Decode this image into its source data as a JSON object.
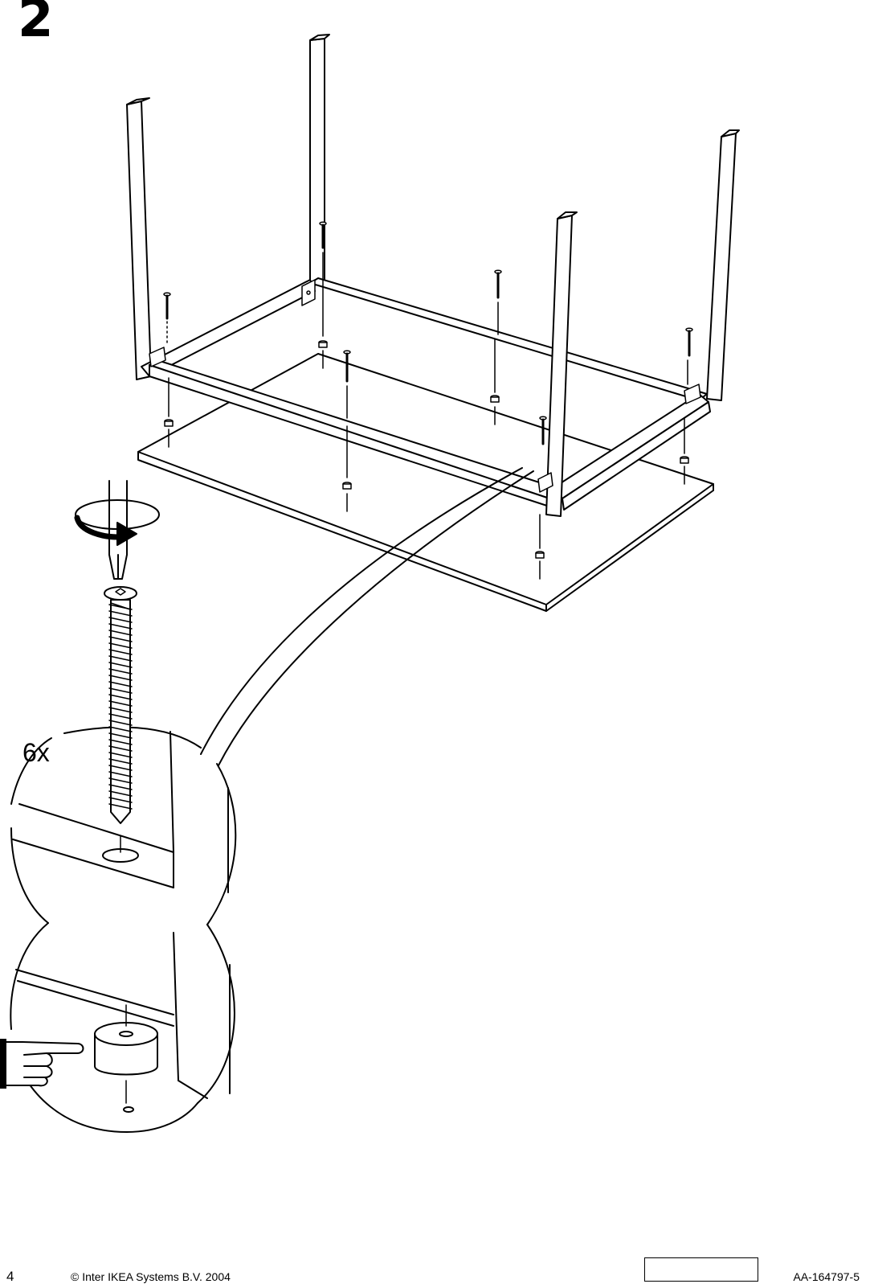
{
  "step": {
    "number": "2"
  },
  "callout": {
    "quantity": "6x"
  },
  "footer": {
    "page_number": "4",
    "copyright": "© Inter IKEA Systems B.V. 2004",
    "article_code": "AA-164797-5"
  },
  "colors": {
    "ink": "#000000",
    "paper": "#ffffff"
  },
  "icons": [
    "rotate-arrow-icon",
    "screwdriver-icon",
    "screw-icon",
    "pointing-hand-icon"
  ]
}
